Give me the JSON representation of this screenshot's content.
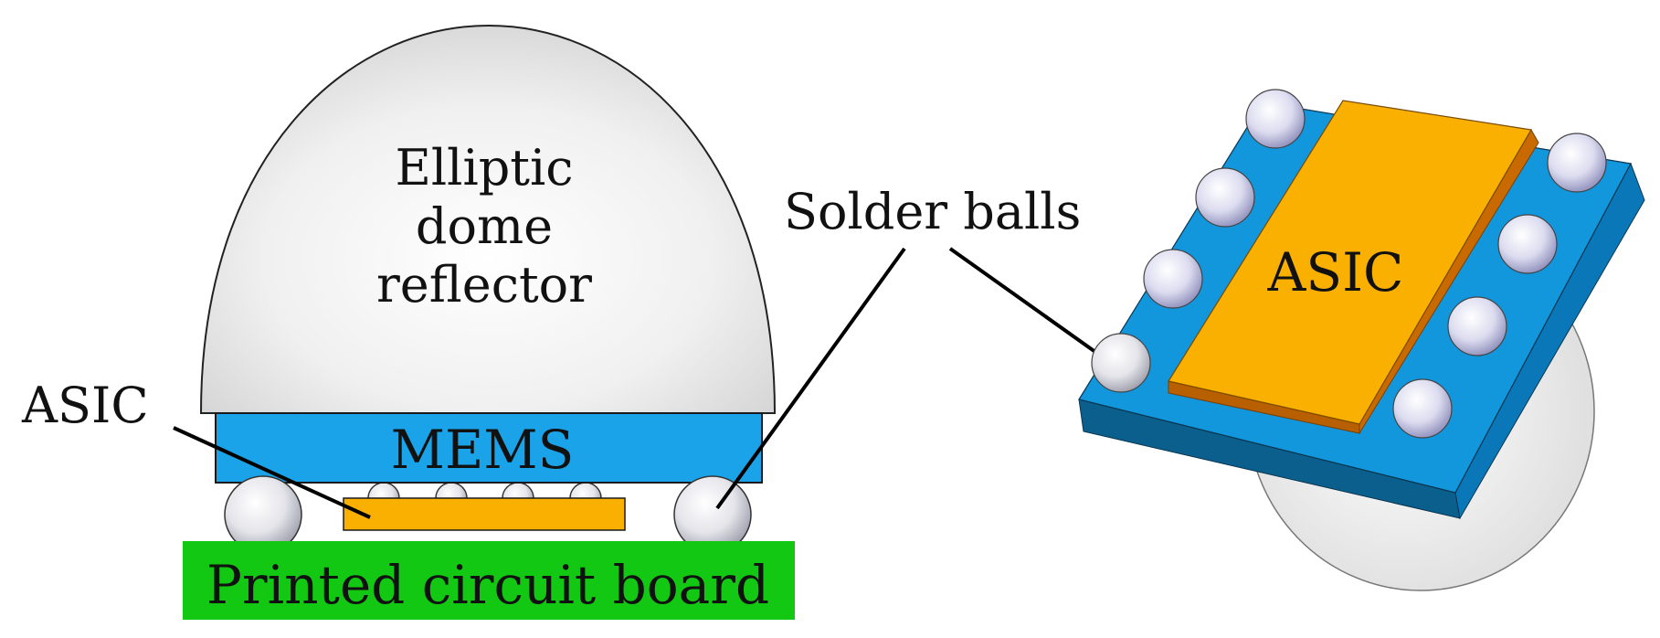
{
  "labels": {
    "dome_line1": "Elliptic",
    "dome_line2": "dome",
    "dome_line3": "reflector",
    "mems": "MEMS",
    "asic_left": "ASIC",
    "pcb": "Printed circuit board",
    "solder_balls": "Solder balls",
    "asic_right": "ASIC"
  },
  "colors": {
    "mems_blue": "#1aa3e8",
    "asic_orange": "#f9b000",
    "asic_dark": "#c96a00",
    "pcb_green": "#12c812",
    "dome_gray": "#e6e6e6",
    "substrate_top": "#1296dc",
    "substrate_side_front": "#0b5f8c",
    "substrate_side_right": "#0a78b8"
  }
}
